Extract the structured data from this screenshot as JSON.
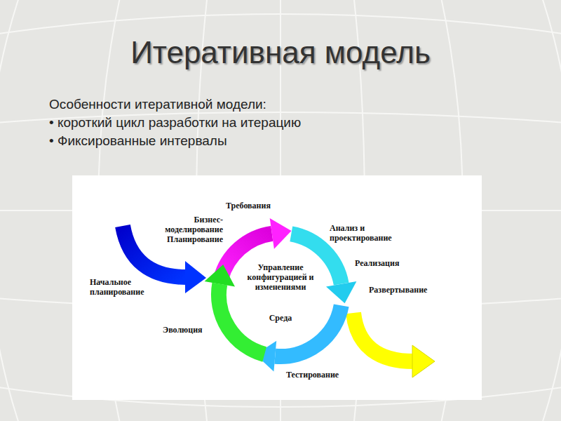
{
  "diagram": {
    "title": "Итеративная модель",
    "labels": [
      "Особенности итеративной модели:",
      "• короткий цикл разработки на итерацию",
      "• Фиксированные интервалы",
      "Требования",
      "Бизнес-моделирование",
      "Планирование",
      "Анализ и проектирование",
      "Реализация",
      "Развертывание",
      "Начальное планирование",
      "Управление конфигурацией и изменениями",
      "Среда",
      "Эволюция",
      "Тестирование"
    ]
  }
}
